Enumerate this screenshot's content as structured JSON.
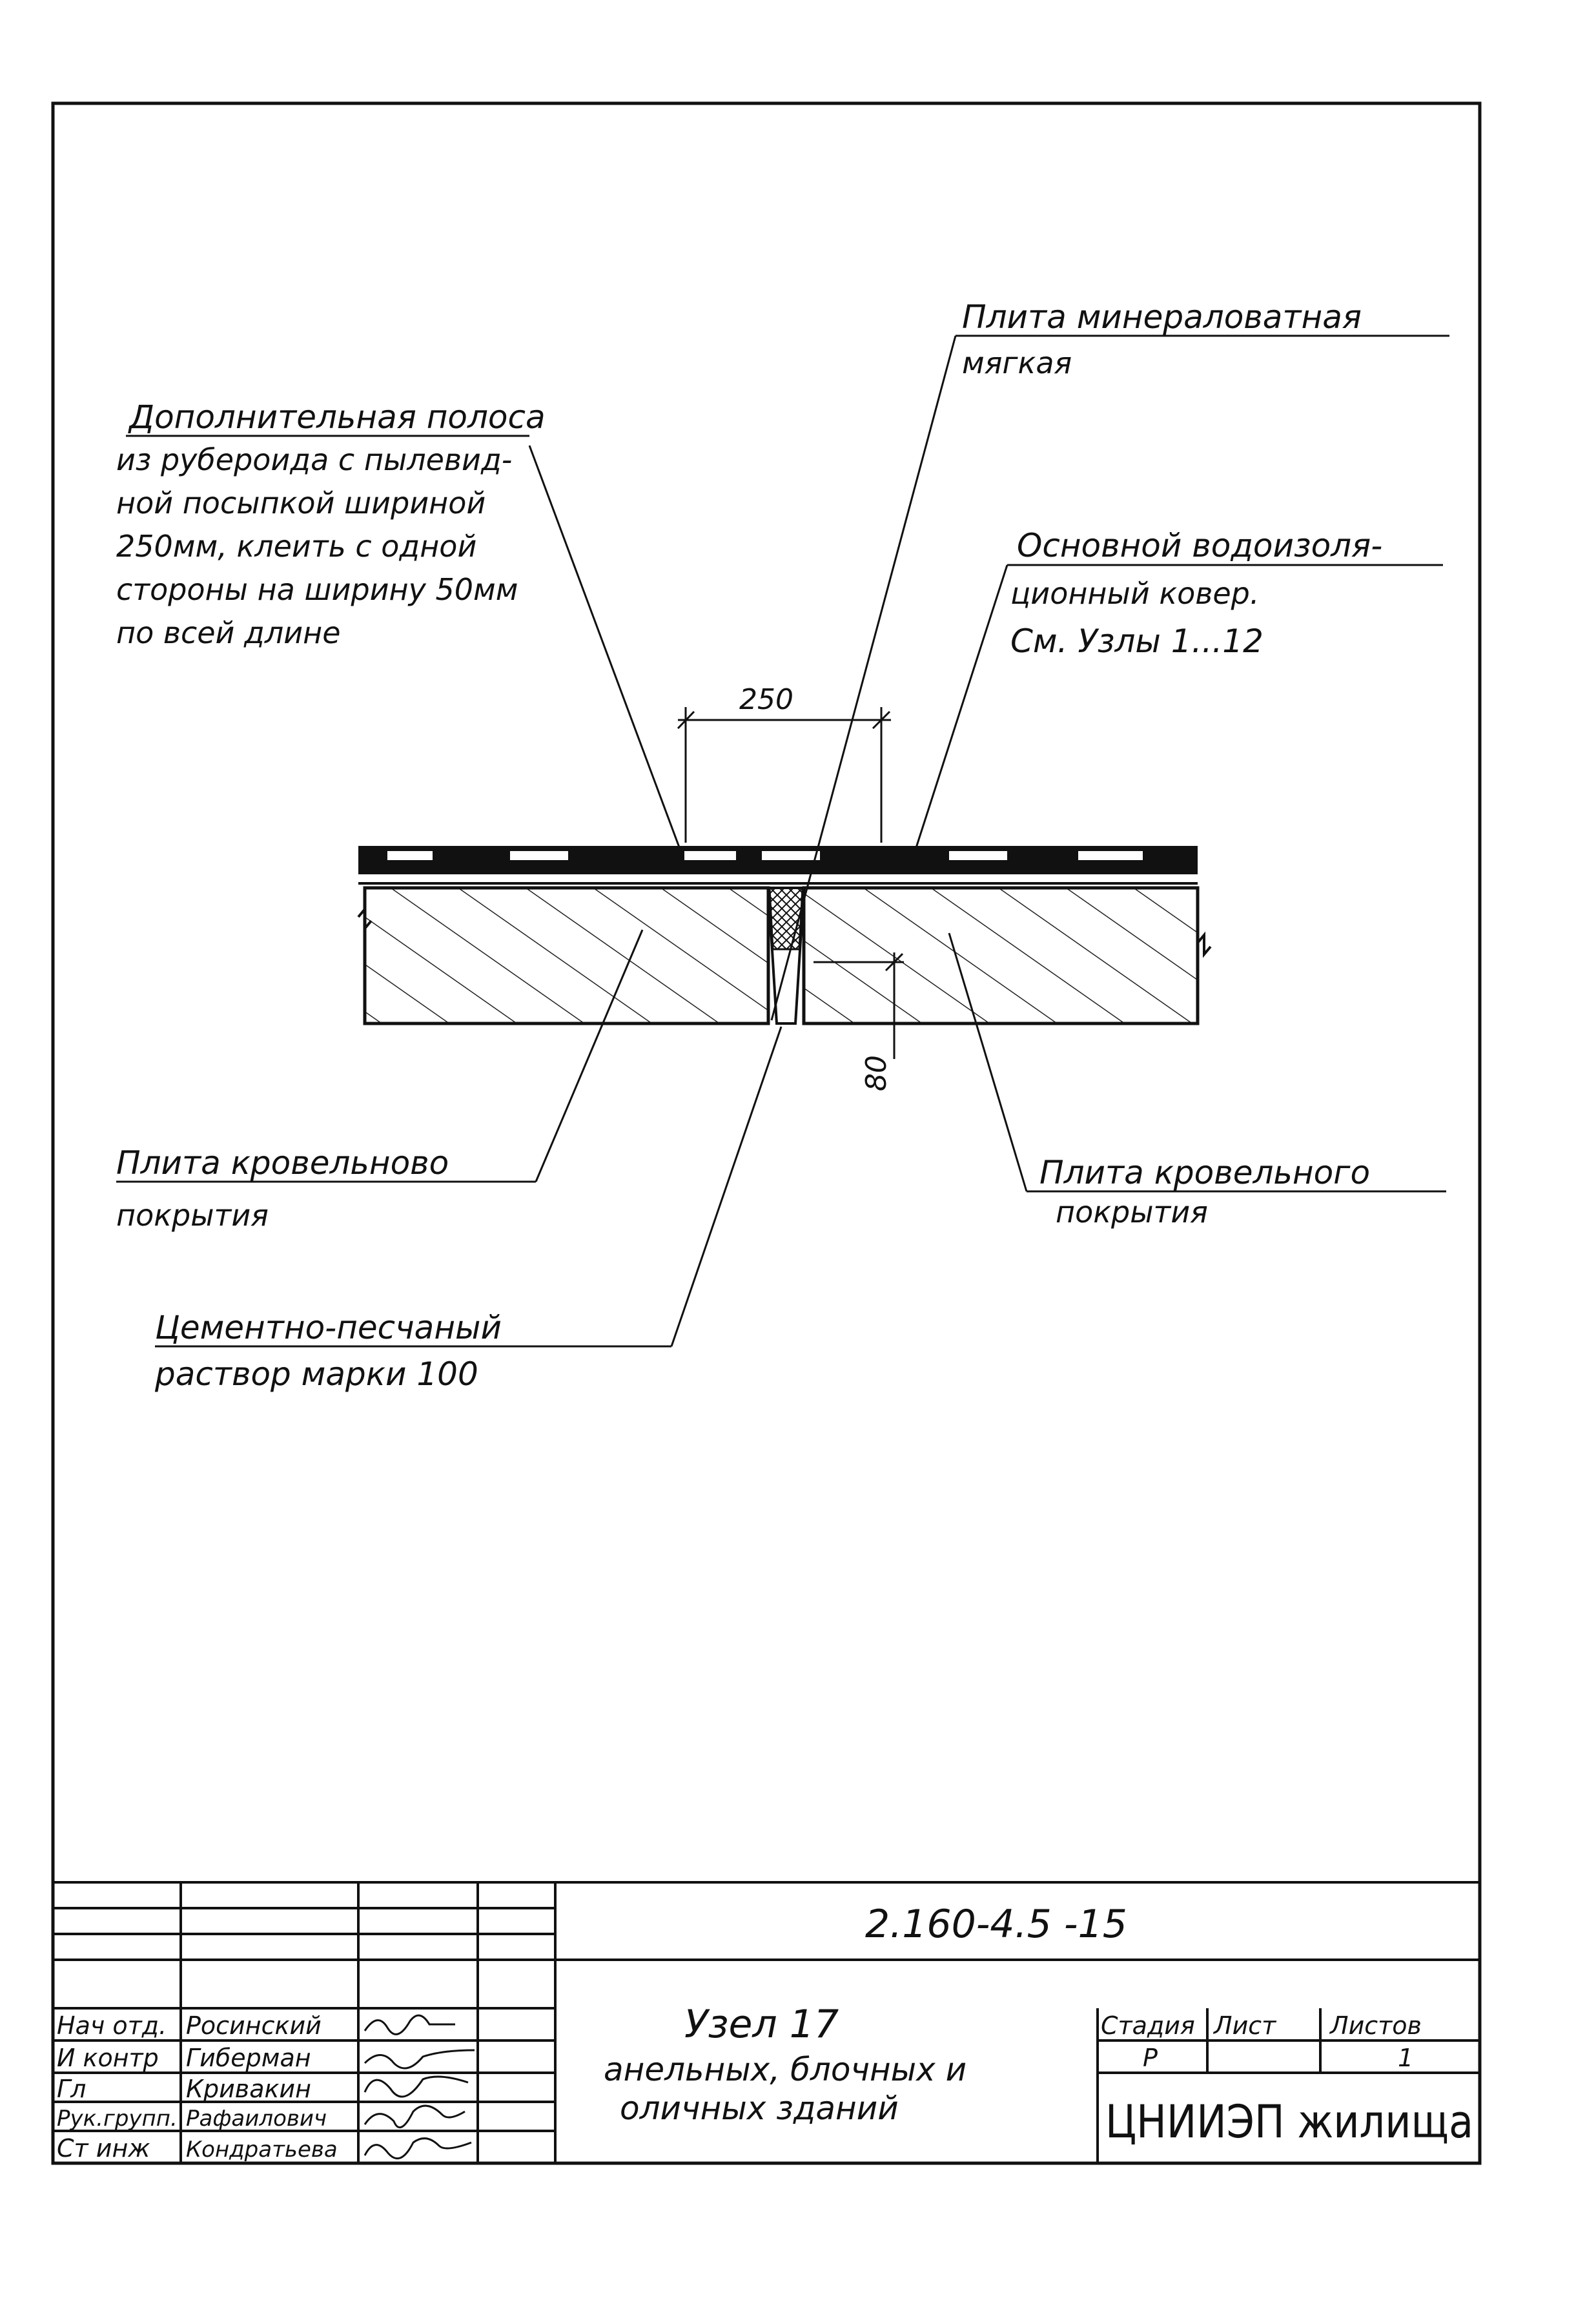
{
  "labels": {
    "mineral_wool": {
      "line1": "Плита минераловатная",
      "line2": "мягкая"
    },
    "extra_strip": {
      "line1": "Дополнительная полоса",
      "line2": "из рубероида с пылевид-",
      "line3": "ной посыпкой шириной",
      "line4": "250мм, клеить с одной",
      "line5": "стороны на ширину 50мм",
      "line6": "по всей длине"
    },
    "main_carpet": {
      "line1": "Основной водоизоля-",
      "line2": "ционный ковер.",
      "line3": "См. Узлы 1...12"
    },
    "slab_left": {
      "line1": "Плита кровельново",
      "line2": "покрытия"
    },
    "slab_right": {
      "line1": "Плита кровельного",
      "line2": "покрытия"
    },
    "mortar": {
      "line1": "Цементно-песчаный",
      "line2": "раствор марки 100"
    }
  },
  "dimensions": {
    "width": "250",
    "depth": "80"
  },
  "title_block": {
    "doc_code": "2.160-4.5 -15",
    "roles": [
      "Нач отд.",
      "И контр",
      "Гл",
      "Рук.групп.",
      "Ст инж"
    ],
    "names": [
      "Росинский",
      "Гиберман",
      "Кривакин",
      "Рафаилович",
      "Кондратьева"
    ],
    "title_line1": "Узел 17",
    "title_line2": "анельных, блочных и",
    "title_line3": "оличных зданий",
    "stage_header": "Стадия",
    "sheet_header": "Лист",
    "sheets_header": "Листов",
    "stage_value": "Р",
    "sheet_value": "",
    "sheets_value": "1",
    "organization": "ЦНИИЭП жилища"
  }
}
